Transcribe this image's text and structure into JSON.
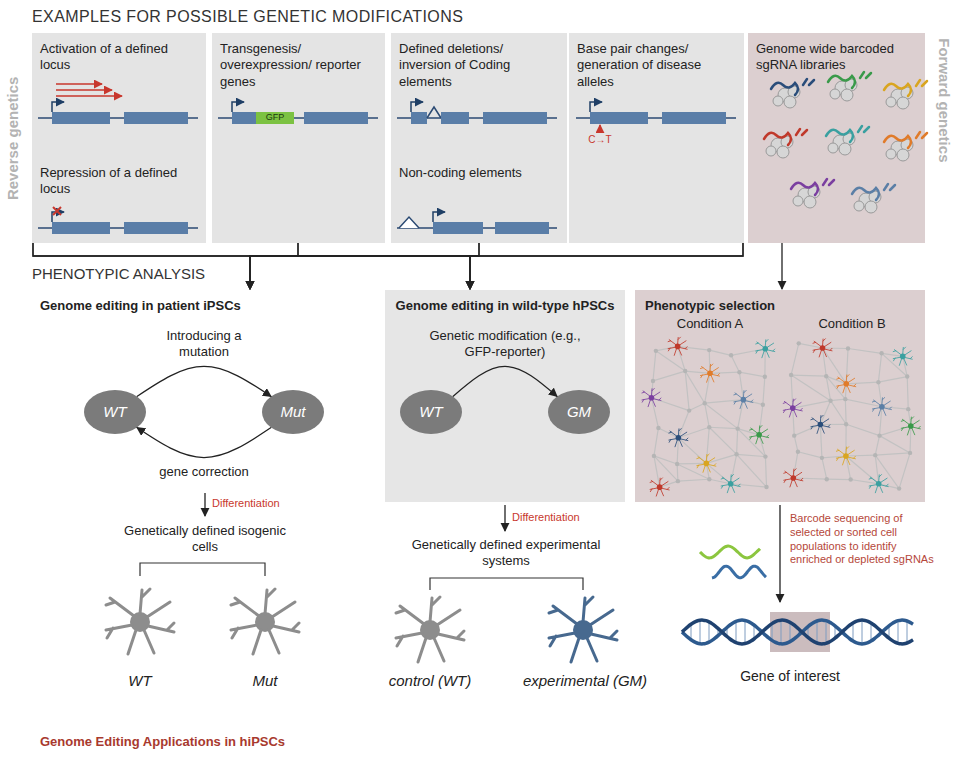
{
  "diagram": {
    "title": "EXAMPLES FOR POSSIBLE GENETIC MODIFICATIONS",
    "caption": "Genome Editing Applications in hiPSCs",
    "nodes": [
      {
        "text": [
          "Activation of a defined locus",
          "Repression of a defined locus"
        ]
      },
      {
        "text": [
          "Transgenesis/ overexpression/ reporter genes"
        ]
      },
      {
        "text": [
          "Defined deletions/ inversion of Coding elements",
          "Non-coding elements"
        ]
      },
      {
        "text": [
          "Base pair changes/ generation of disease alleles"
        ]
      },
      {
        "text": [
          "Genome wide barcoded sgRNA libraries"
        ]
      },
      {
        "text": [
          "Genome editing in patient iPSCs"
        ]
      },
      {
        "text": [
          "WT"
        ],
        "in": 5
      },
      {
        "text": [
          "Mut"
        ],
        "in": 5
      },
      {
        "text": [
          "Genome editing in wild-type hPSCs"
        ]
      },
      {
        "text": [
          "WT"
        ],
        "in": 8
      },
      {
        "text": [
          "GM"
        ],
        "in": 8
      },
      {
        "text": [
          "Phenotypic selection"
        ]
      }
    ],
    "edges": [
      {
        "from": 0,
        "to": 5,
        "arrow": "to"
      },
      {
        "from": 0,
        "to": 8,
        "arrow": "to"
      },
      {
        "from": 1,
        "to": 5,
        "arrow": "to"
      },
      {
        "from": 1,
        "to": 8,
        "arrow": "to"
      },
      {
        "from": 2,
        "to": 5,
        "arrow": "to"
      },
      {
        "from": 2,
        "to": 8,
        "arrow": "to"
      },
      {
        "from": 3,
        "to": 5,
        "arrow": "to"
      },
      {
        "from": 3,
        "to": 8,
        "arrow": "to"
      },
      {
        "from": 4,
        "to": 11,
        "arrow": "to"
      },
      {
        "from": 6,
        "to": 7,
        "arrow": "to",
        "label": "Introducing a mutation"
      },
      {
        "from": 7,
        "to": 6,
        "arrow": "to",
        "label": "gene correction"
      },
      {
        "from": 9,
        "to": 10,
        "arrow": "to",
        "label": "Genetic modification (e.g., GFP-reporter)"
      }
    ],
    "labels": [
      "PHENOTYPIC ANALYSIS",
      "Reverse genetics",
      "Forward genetics",
      "GFP",
      "C→T",
      "Differentiation",
      "Genetically defined isogenic cells",
      "WT",
      "Mut",
      "Differentiation",
      "Genetically defined experimental systems",
      "control (WT)",
      "experimental (GM)",
      "Condition A",
      "Condition B",
      "Barcode sequencing of selected or sorted cell populations to identify enriched or depleted sgRNAs",
      "Gene of interest"
    ]
  }
}
